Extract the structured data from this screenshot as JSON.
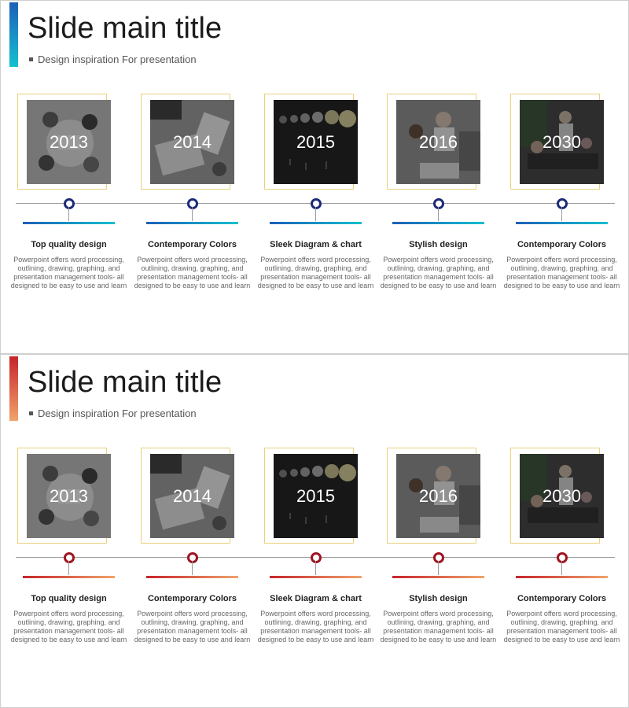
{
  "slides": [
    {
      "title": "Slide main title",
      "subtitle": "Design inspiration For presentation",
      "items": [
        {
          "year": "2013",
          "heading": "Top quality design",
          "desc": "Powerpoint offers word processing, outlining, drawing, graphing, and presentation management tools- all designed to be easy to use and learn"
        },
        {
          "year": "2014",
          "heading": "Contemporary Colors",
          "desc": "Powerpoint offers word processing, outlining, drawing, graphing, and presentation management tools- all designed to be easy to use and learn"
        },
        {
          "year": "2015",
          "heading": "Sleek Diagram & chart",
          "desc": "Powerpoint offers word processing, outlining, drawing, graphing, and presentation management tools- all designed to be easy to use and learn"
        },
        {
          "year": "2016",
          "heading": "Stylish design",
          "desc": "Powerpoint offers word processing, outlining, drawing, graphing, and presentation management tools- all designed to be easy to use and learn"
        },
        {
          "year": "2030",
          "heading": "Contemporary Colors",
          "desc": "Powerpoint offers word processing, outlining, drawing, graphing, and presentation management tools- all designed to be easy to use and learn"
        }
      ]
    },
    {
      "title": "Slide main title",
      "subtitle": "Design inspiration For presentation",
      "items": [
        {
          "year": "2013",
          "heading": "Top quality design",
          "desc": "Powerpoint offers word processing, outlining, drawing, graphing, and presentation management tools- all designed to be easy to use and learn"
        },
        {
          "year": "2014",
          "heading": "Contemporary Colors",
          "desc": "Powerpoint offers word processing, outlining, drawing, graphing, and presentation management tools- all designed to be easy to use and learn"
        },
        {
          "year": "2015",
          "heading": "Sleek Diagram & chart",
          "desc": "Powerpoint offers word processing, outlining, drawing, graphing, and presentation management tools- all designed to be easy to use and learn"
        },
        {
          "year": "2016",
          "heading": "Stylish design",
          "desc": "Powerpoint offers word processing, outlining, drawing, graphing, and presentation management tools- all designed to be easy to use and learn"
        },
        {
          "year": "2030",
          "heading": "Contemporary Colors",
          "desc": "Powerpoint offers word processing, outlining, drawing, graphing, and presentation management tools- all designed to be easy to use and learn"
        }
      ]
    }
  ],
  "colors": {
    "slide1_accent": "#1c5fb8",
    "slide1_accent_end": "#16c0cf",
    "slide1_dot": "#1b2a78",
    "slide2_accent": "#c6252b",
    "slide2_accent_end": "#f0a36b",
    "slide2_dot": "#9e1420",
    "frame": "#ead17a"
  }
}
